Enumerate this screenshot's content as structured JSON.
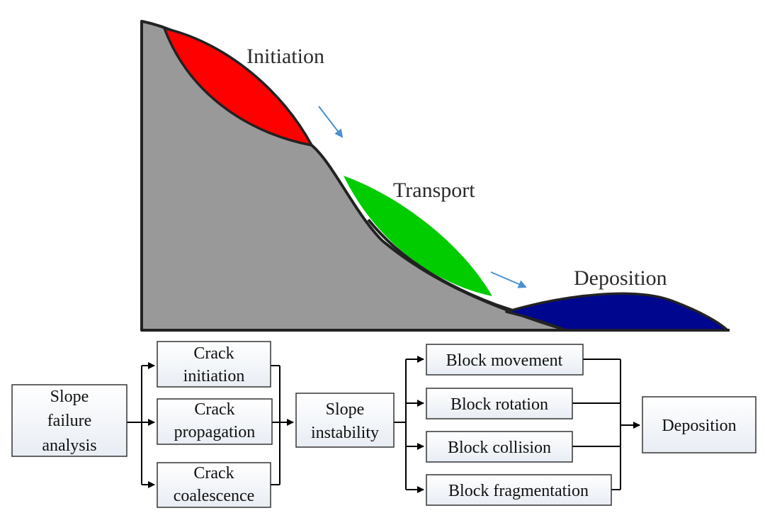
{
  "stages": {
    "initiation": "Initiation",
    "transport": "Transport",
    "deposition": "Deposition"
  },
  "flow": {
    "slope_failure": [
      "Slope",
      "failure",
      "analysis"
    ],
    "crack_initiation": [
      "Crack",
      "initiation"
    ],
    "crack_propagation": [
      "Crack",
      "propagation"
    ],
    "crack_coalescence": [
      "Crack",
      "coalescence"
    ],
    "slope_instability": [
      "Slope",
      "instability"
    ],
    "block_movement": "Block movement",
    "block_rotation": "Block rotation",
    "block_collision": "Block collision",
    "block_fragmentation": "Block fragmentation",
    "deposition": "Deposition"
  },
  "colors": {
    "slope": "#999999",
    "initiation_mass": "#ff0000",
    "transport_mass": "#00cc00",
    "deposition_mass": "#00078f",
    "motion_arrows": "#4a90d2"
  }
}
